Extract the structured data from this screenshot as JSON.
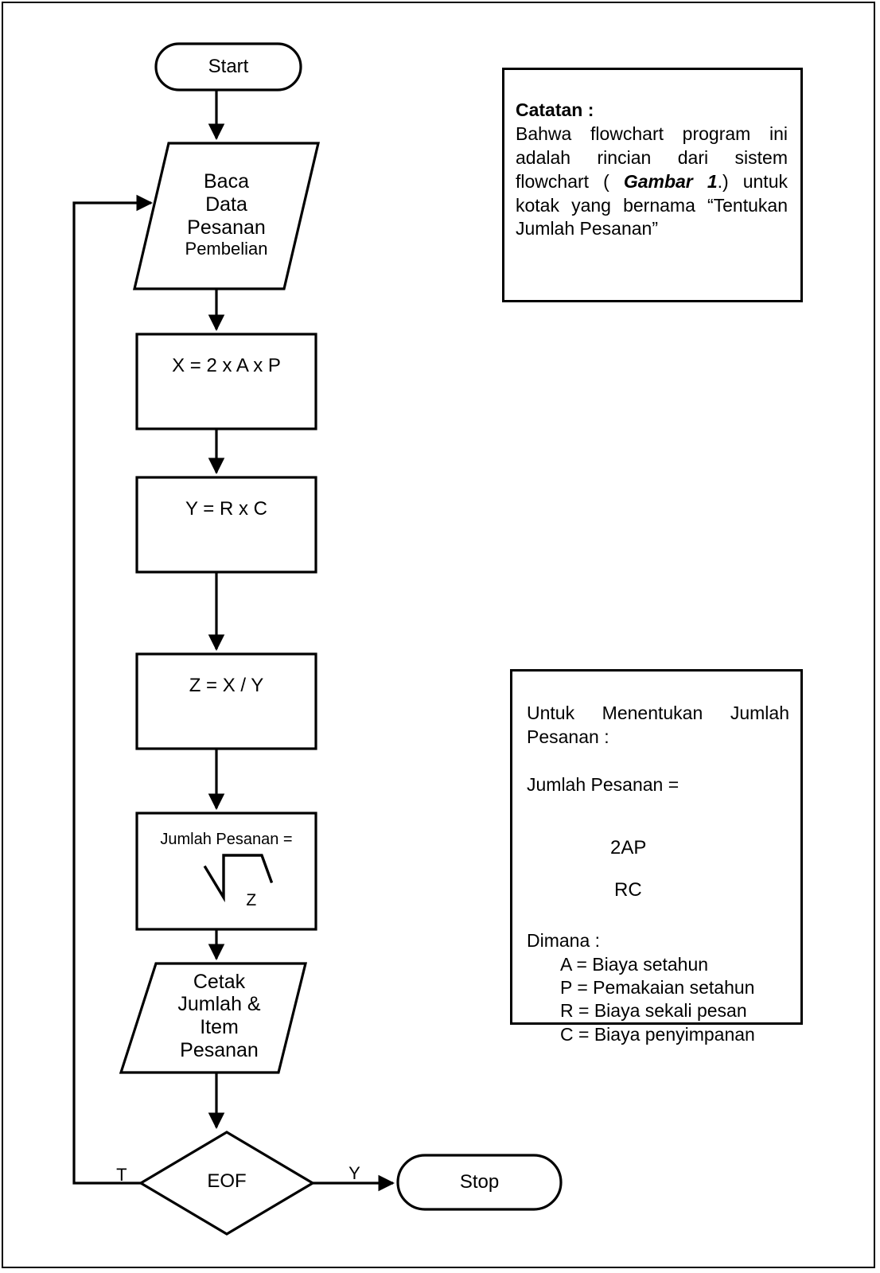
{
  "diagram": {
    "type": "flowchart",
    "title": "Flowchart program Tentukan Jumlah Pesanan",
    "nodes": [
      {
        "id": "start",
        "shape": "terminator",
        "label": "Start"
      },
      {
        "id": "baca",
        "shape": "parallelogram",
        "label_line1": "Baca",
        "label_line2": "Data",
        "label_line3": "Pesanan",
        "label_line4": "Pembelian"
      },
      {
        "id": "x",
        "shape": "process",
        "label": "X = 2 x A x P"
      },
      {
        "id": "y",
        "shape": "process",
        "label": "Y = R x C"
      },
      {
        "id": "z",
        "shape": "process",
        "label": "Z =  X / Y"
      },
      {
        "id": "jumlah",
        "shape": "process",
        "label": "Jumlah Pesanan =",
        "radicand": "Z"
      },
      {
        "id": "cetak",
        "shape": "parallelogram",
        "label_line1": "Cetak",
        "label_line2": "Jumlah &",
        "label_line3": "Item",
        "label_line4": "Pesanan"
      },
      {
        "id": "eof",
        "shape": "decision",
        "label": "EOF"
      },
      {
        "id": "stop",
        "shape": "terminator",
        "label": "Stop"
      }
    ],
    "edge_labels": {
      "eof_false": "T",
      "eof_true": "Y"
    }
  },
  "note_catatan": {
    "heading": "Catatan :",
    "body_part1": "Bahwa flowchart program ini adalah rincian dari sistem flowchart ( ",
    "body_emphasis": "Gambar 1",
    "body_part2": ".) untuk kotak yang bernama “Tentukan Jumlah Pesanan”"
  },
  "note_formula": {
    "intro": "Untuk Menentukan Jumlah Pesanan :",
    "equation_label": "Jumlah Pesanan =",
    "numerator": "2AP",
    "denominator": "RC",
    "dimana_label": "Dimana :",
    "definitions": [
      "A = Biaya setahun",
      "P = Pemakaian setahun",
      "R = Biaya sekali pesan",
      "C = Biaya penyimpanan"
    ]
  },
  "colors": {
    "stroke": "#000000",
    "background": "#ffffff"
  }
}
